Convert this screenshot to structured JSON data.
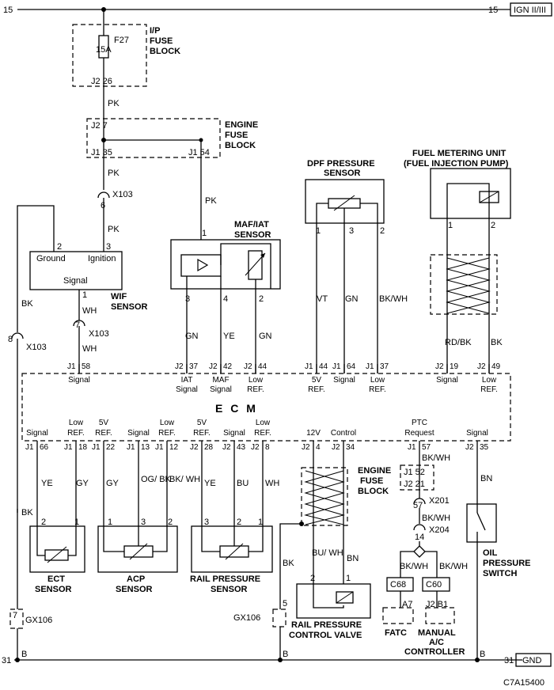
{
  "diagram": {
    "id_code": "C7A15400",
    "top_bus": {
      "left_num": "15",
      "right_num": "15",
      "label": "IGN II/III"
    },
    "bottom_bus": {
      "left_num": "31",
      "right_num": "31",
      "label": "GND",
      "left_b": "B",
      "right_b": "B",
      "mid_b": "B"
    },
    "ip_fuse": {
      "title1": "I/P",
      "title2": "FUSE",
      "title3": "BLOCK",
      "fuse_name": "F27",
      "fuse_rating": "15A",
      "pin": "J2 26"
    },
    "engine_fuse_top": {
      "title1": "ENGINE",
      "title2": "FUSE",
      "title3": "BLOCK",
      "pin_in": "J2 7",
      "pin_out1": "J1 35",
      "pin_out2": "J1 54"
    },
    "wires": {
      "pk1": "PK",
      "pk2": "PK",
      "pk3": "PK",
      "pk4": "PK",
      "bk1": "BK",
      "wh1": "WH",
      "wh2": "WH",
      "gn1": "GN",
      "ye1": "YE",
      "gn2": "GN",
      "vt": "VT",
      "gn3": "GN",
      "bkwh1": "BK/WH",
      "rdbk": "RD/BK",
      "bk2": "BK",
      "ye2": "YE",
      "gy1": "GY",
      "gy2": "GY",
      "ogbk": "OG/ BK",
      "bkwh2": "BK/ WH",
      "ye3": "YE",
      "bu1": "BU",
      "wh3": "WH",
      "buwh": "BU/ WH",
      "bn1": "BN",
      "bk3": "BK",
      "bk4": "BK",
      "bn2": "BN",
      "bkwh3": "BK/WH",
      "bkwh4": "BK/WH",
      "bkwh5": "BK/WH",
      "bkwh6": "BK/WH"
    },
    "connectors": {
      "x103_a": "X103",
      "x103_a_pin": "6",
      "x103_b": "X103",
      "x103_b_pin": "7",
      "x103_c": "X103",
      "x103_c_pin": "8",
      "x201": "X201",
      "x201_pin": "57",
      "x204": "X204",
      "x204_pin": "14",
      "gx106_a": "GX106",
      "gx106_a_pin": "7",
      "gx106_b": "GX106",
      "gx106_b_pin": "5"
    },
    "wif": {
      "title1": "WIF",
      "title2": "SENSOR",
      "ground": "Ground",
      "ignition": "Ignition",
      "signal": "Signal",
      "pin_ground": "2",
      "pin_ignition": "3",
      "pin_signal": "1"
    },
    "maf": {
      "title1": "MAF/IAT",
      "title2": "SENSOR",
      "pin1": "1",
      "pin3": "3",
      "pin4": "4",
      "pin2": "2"
    },
    "dpf": {
      "title1": "DPF PRESSURE",
      "title2": "SENSOR",
      "pin1": "1",
      "pin3": "3",
      "pin2": "2"
    },
    "fmu": {
      "title1": "FUEL METERING UNIT",
      "title2": "(FUEL INJECTION PUMP)",
      "pin1": "1",
      "pin2": "2"
    },
    "ecm": {
      "label": "E C M",
      "top_pins": [
        {
          "conn": "J1",
          "num": "58",
          "desc1": "Signal",
          "desc2": ""
        },
        {
          "conn": "J2",
          "num": "37",
          "desc1": "IAT",
          "desc2": "Signal"
        },
        {
          "conn": "J2",
          "num": "42",
          "desc1": "MAF",
          "desc2": "Signal"
        },
        {
          "conn": "J2",
          "num": "44",
          "desc1": "Low",
          "desc2": "REF."
        },
        {
          "conn": "J1",
          "num": "44",
          "desc1": "5V",
          "desc2": "REF."
        },
        {
          "conn": "J1",
          "num": "64",
          "desc1": "Signal",
          "desc2": ""
        },
        {
          "conn": "J1",
          "num": "37",
          "desc1": "Low",
          "desc2": "REF."
        },
        {
          "conn": "J2",
          "num": "19",
          "desc1": "Signal",
          "desc2": ""
        },
        {
          "conn": "J2",
          "num": "49",
          "desc1": "Low",
          "desc2": "REF."
        }
      ],
      "bottom_pins": [
        {
          "conn": "J1",
          "num": "66",
          "desc1": "",
          "desc2": "Signal"
        },
        {
          "conn": "J1",
          "num": "18",
          "desc1": "Low",
          "desc2": "REF."
        },
        {
          "conn": "J1",
          "num": "22",
          "desc1": "5V",
          "desc2": "REF."
        },
        {
          "conn": "J1",
          "num": "13",
          "desc1": "",
          "desc2": "Signal"
        },
        {
          "conn": "J1",
          "num": "12",
          "desc1": "Low",
          "desc2": "REF."
        },
        {
          "conn": "J2",
          "num": "28",
          "desc1": "5V",
          "desc2": "REF."
        },
        {
          "conn": "J2",
          "num": "43",
          "desc1": "",
          "desc2": "Signal"
        },
        {
          "conn": "J2",
          "num": "8",
          "desc1": "Low",
          "desc2": "REF."
        },
        {
          "conn": "J2",
          "num": "4",
          "desc1": "",
          "desc2": "12V"
        },
        {
          "conn": "J2",
          "num": "34",
          "desc1": "",
          "desc2": "Control"
        },
        {
          "conn": "J1",
          "num": "57",
          "desc1": "PTC",
          "desc2": "Request"
        },
        {
          "conn": "J2",
          "num": "35",
          "desc1": "",
          "desc2": "Signal"
        }
      ]
    },
    "ect": {
      "title1": "ECT",
      "title2": "SENSOR",
      "pin2": "2",
      "pin1": "1"
    },
    "acp": {
      "title1": "ACP",
      "title2": "SENSOR",
      "pin1": "1",
      "pin3": "3",
      "pin2": "2"
    },
    "rail_sensor": {
      "title1": "RAIL PRESSURE",
      "title2": "SENSOR",
      "pin3": "3",
      "pin2": "2",
      "pin1": "1"
    },
    "rail_valve": {
      "title1": "RAIL PRESSURE",
      "title2": "CONTROL VALVE",
      "pin2": "2",
      "pin1": "1"
    },
    "engine_fuse_bottom": {
      "title1": "ENGINE",
      "title2": "FUSE",
      "title3": "BLOCK",
      "pin_a": "J1 52",
      "pin_b": "J2 21"
    },
    "oil": {
      "title1": "OIL",
      "title2": "PRESSURE",
      "title3": "SWITCH"
    },
    "fatc": {
      "title": "FATC",
      "conn": "C68",
      "pin": "A7"
    },
    "manual_ac": {
      "title1": "MANUAL",
      "title2": "A/C",
      "title3": "CONTROLLER",
      "conn": "C60",
      "pin": "J2 B1"
    }
  }
}
